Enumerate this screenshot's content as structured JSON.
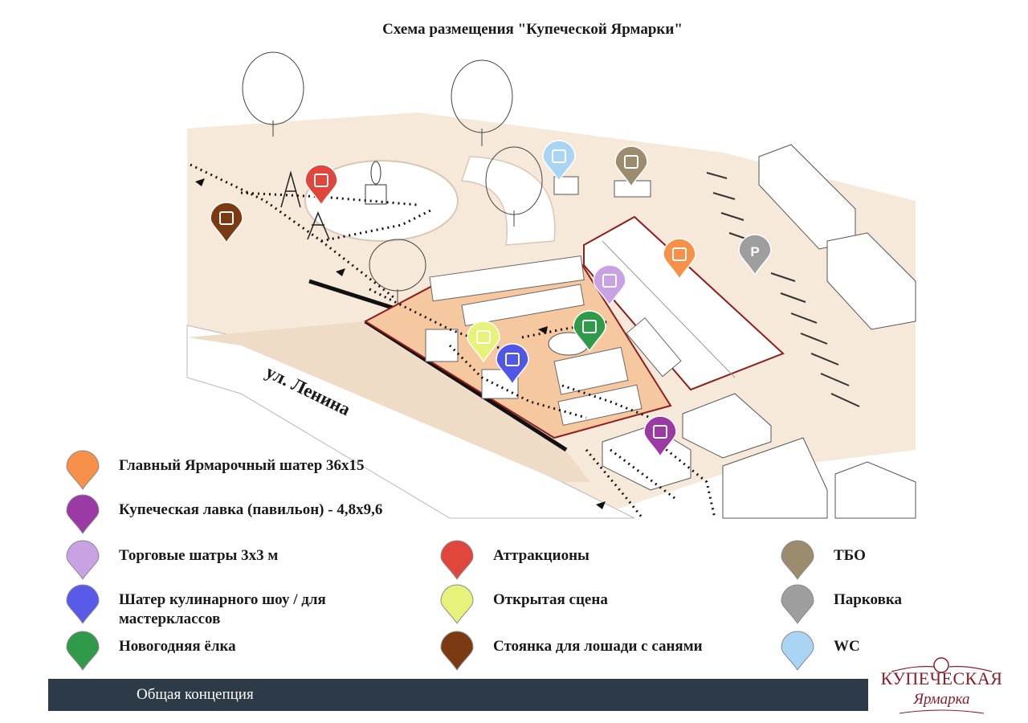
{
  "title": "Схема размещения \"Купеческой Ярмарки\"",
  "map": {
    "street_label": "ул. Ленина",
    "markers": [
      {
        "id": "wc",
        "color": "#a9d4f3",
        "icon": "wc-icon"
      },
      {
        "id": "waste",
        "color": "#9c8c6e",
        "icon": "trash-icon"
      },
      {
        "id": "attraction",
        "color": "#e0463c",
        "icon": "carousel-icon"
      },
      {
        "id": "horse",
        "color": "#7c3a12",
        "icon": "sled-icon"
      },
      {
        "id": "main-tent",
        "color": "#f7914a",
        "icon": "shopping-bag-icon"
      },
      {
        "id": "parking",
        "color": "#9e9e9e",
        "icon": "parking-icon",
        "label": "P"
      },
      {
        "id": "trade-tent",
        "color": "#c9a2e3",
        "icon": "stall-icon"
      },
      {
        "id": "tree",
        "color": "#2f9a4a",
        "icon": "fir-tree-icon"
      },
      {
        "id": "stage",
        "color": "#e6f27a",
        "icon": "stage-icon"
      },
      {
        "id": "cooking",
        "color": "#5057e6",
        "icon": "grill-icon"
      },
      {
        "id": "pavilion",
        "color": "#9b3aa4",
        "icon": "shop-icon"
      }
    ]
  },
  "legend": [
    {
      "id": "main-tent",
      "label": "Главный Ярмарочный шатер 36х15",
      "color": "#f7914a"
    },
    {
      "id": "pavilion",
      "label": "Купеческая лавка (павильон) - 4,8х9,6",
      "color": "#9b3aa4"
    },
    {
      "id": "trade-tent",
      "label": "Торговые шатры 3х3 м",
      "color": "#c9a2e3"
    },
    {
      "id": "cooking",
      "label": "Шатер кулинарного шоу / для мастерклассов",
      "color": "#5a5ae8"
    },
    {
      "id": "tree",
      "label": "Новогодняя ёлка",
      "color": "#2f9a4a"
    },
    {
      "id": "attraction",
      "label": "Аттракционы",
      "color": "#e0463c"
    },
    {
      "id": "stage",
      "label": "Открытая сцена",
      "color": "#e6f27a"
    },
    {
      "id": "horse",
      "label": "Стоянка для лошади с санями",
      "color": "#7c3a12"
    },
    {
      "id": "waste",
      "label": "ТБО",
      "color": "#9c8c6e"
    },
    {
      "id": "parking",
      "label": "Парковка",
      "color": "#9e9e9e"
    },
    {
      "id": "wc",
      "label": "WC",
      "color": "#a9d4f3"
    }
  ],
  "footer": {
    "label": "Общая концепция"
  },
  "brand": {
    "line1": "КУПЕЧЕСКАЯ",
    "line2": "Ярмарка"
  }
}
